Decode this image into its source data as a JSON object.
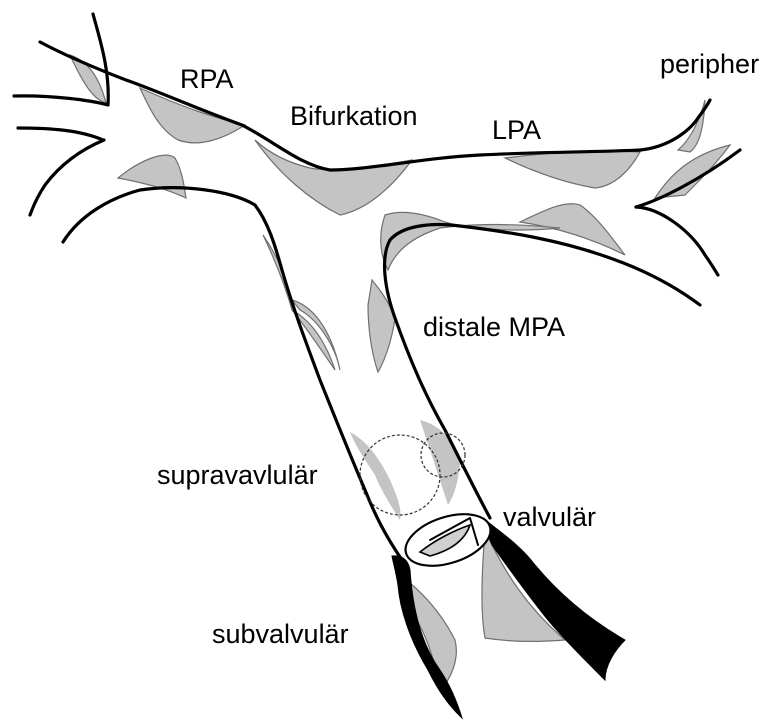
{
  "labels": {
    "rpa": "RPA",
    "bifurkation": "Bifurkation",
    "lpa": "LPA",
    "peripher": "peripher",
    "distale_mpa": "distale MPA",
    "supravalvular": "supravavlulär",
    "valvular": "valvulär",
    "subvalvular": "subvalvulär"
  },
  "colors": {
    "stenosis_fill": "#c4c4c4",
    "wall": "#000000",
    "background": "#ffffff"
  }
}
